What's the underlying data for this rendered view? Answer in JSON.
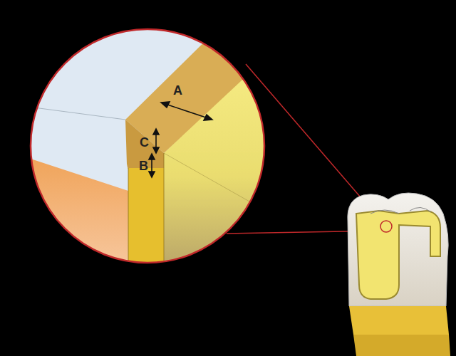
{
  "diagram": {
    "labels": [
      "A",
      "C",
      "B"
    ]
  }
}
